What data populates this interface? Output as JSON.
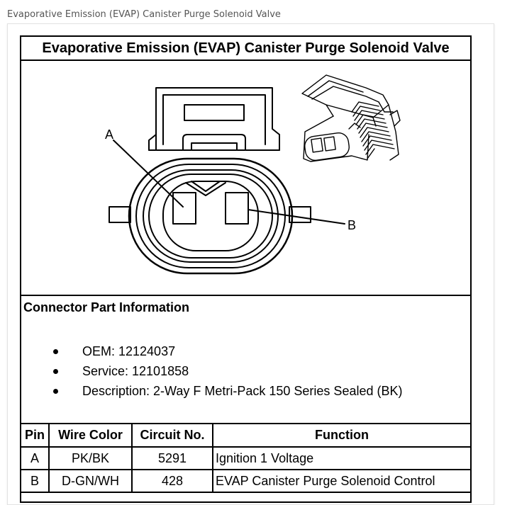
{
  "page": {
    "caption": "Evaporative Emission (EVAP) Canister Purge Solenoid Valve"
  },
  "document": {
    "title": "Evaporative Emission (EVAP) Canister Purge Solenoid Valve",
    "drawing": {
      "pin_labels": [
        "A",
        "B"
      ]
    },
    "connector_info": {
      "heading": "Connector Part Information",
      "items": [
        "OEM: 12124037",
        "Service: 12101858",
        "Description: 2-Way F Metri-Pack 150 Series Sealed (BK)"
      ]
    },
    "pin_table": {
      "headers": [
        "Pin",
        "Wire Color",
        "Circuit No.",
        "Function"
      ],
      "rows": [
        [
          "A",
          "PK/BK",
          "5291",
          "Ignition 1 Voltage"
        ],
        [
          "B",
          "D-GN/WH",
          "428",
          "EVAP Canister Purge Solenoid Control"
        ]
      ]
    }
  },
  "colors": {
    "line": "#000000",
    "caption": "#555555",
    "card_border": "#e2e2e2"
  }
}
